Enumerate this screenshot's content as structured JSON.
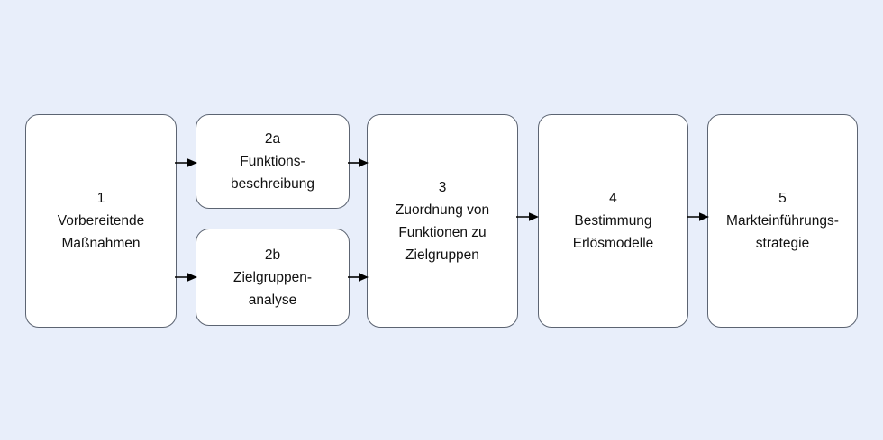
{
  "diagram": {
    "background_color": "#e8eefa",
    "node_fill_color": "#ffffff",
    "node_border_color": "#5c6472",
    "arrow_color": "#000000",
    "nodes": [
      {
        "id": "1",
        "number": "1",
        "lines": [
          "1",
          "Vorbereitende",
          "Maßnahmen"
        ]
      },
      {
        "id": "2a",
        "number": "2a",
        "lines": [
          "2a",
          "Funktions-",
          "beschreibung"
        ]
      },
      {
        "id": "2b",
        "number": "2b",
        "lines": [
          "2b",
          "Zielgruppen-",
          "analyse"
        ]
      },
      {
        "id": "3",
        "number": "3",
        "lines": [
          "3",
          "Zuordnung von",
          "Funktionen zu",
          "Zielgruppen"
        ]
      },
      {
        "id": "4",
        "number": "4",
        "lines": [
          "4",
          "Bestimmung",
          "Erlösmodelle"
        ]
      },
      {
        "id": "5",
        "number": "5",
        "lines": [
          "5",
          "Markteinführungs-",
          "strategie"
        ]
      }
    ],
    "edges": [
      {
        "id": "1-2a",
        "from": "1",
        "to": "2a"
      },
      {
        "id": "1-2b",
        "from": "1",
        "to": "2b"
      },
      {
        "id": "2a-3",
        "from": "2a",
        "to": "3"
      },
      {
        "id": "2b-3",
        "from": "2b",
        "to": "3"
      },
      {
        "id": "3-4",
        "from": "3",
        "to": "4"
      },
      {
        "id": "4-5",
        "from": "4",
        "to": "5"
      }
    ]
  }
}
